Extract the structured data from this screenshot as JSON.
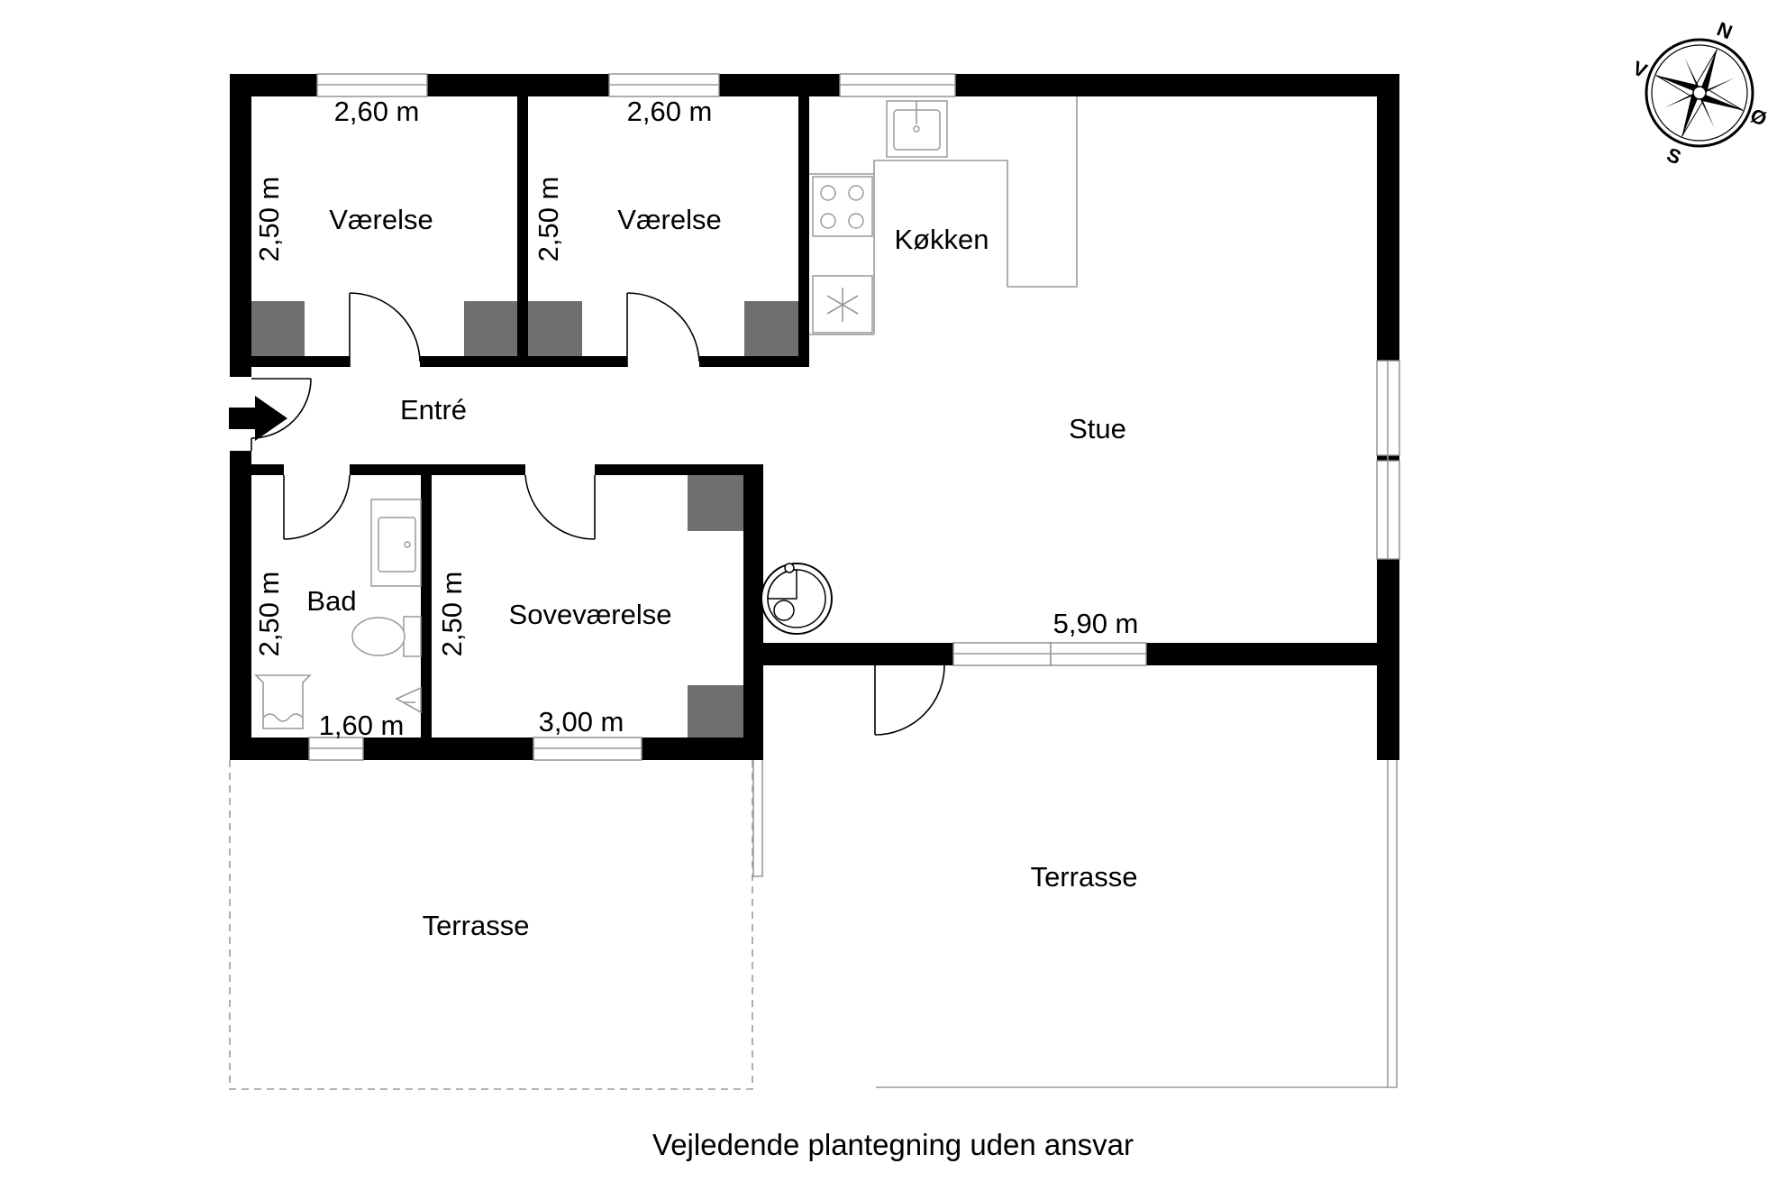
{
  "rooms": {
    "vaerelse_1": "Værelse",
    "vaerelse_2": "Værelse",
    "koekken": "Køkken",
    "entre": "Entré",
    "stue": "Stue",
    "bad": "Bad",
    "sovevaerelse": "Soveværelse",
    "terrasse_left": "Terrasse",
    "terrasse_right": "Terrasse"
  },
  "dimensions": {
    "vaerelse_1_width": "2,60 m",
    "vaerelse_1_depth": "2,50 m",
    "vaerelse_2_width": "2,60 m",
    "vaerelse_2_depth": "2,50 m",
    "bad_depth": "2,50 m",
    "bad_width": "1,60 m",
    "sovevaerelse_depth": "2,50 m",
    "sovevaerelse_width": "3,00 m",
    "stue_width": "5,90 m"
  },
  "compass": {
    "n": "N",
    "e": "Ø",
    "s": "S",
    "w": "V"
  },
  "caption": "Vejledende plantegning uden ansvar"
}
